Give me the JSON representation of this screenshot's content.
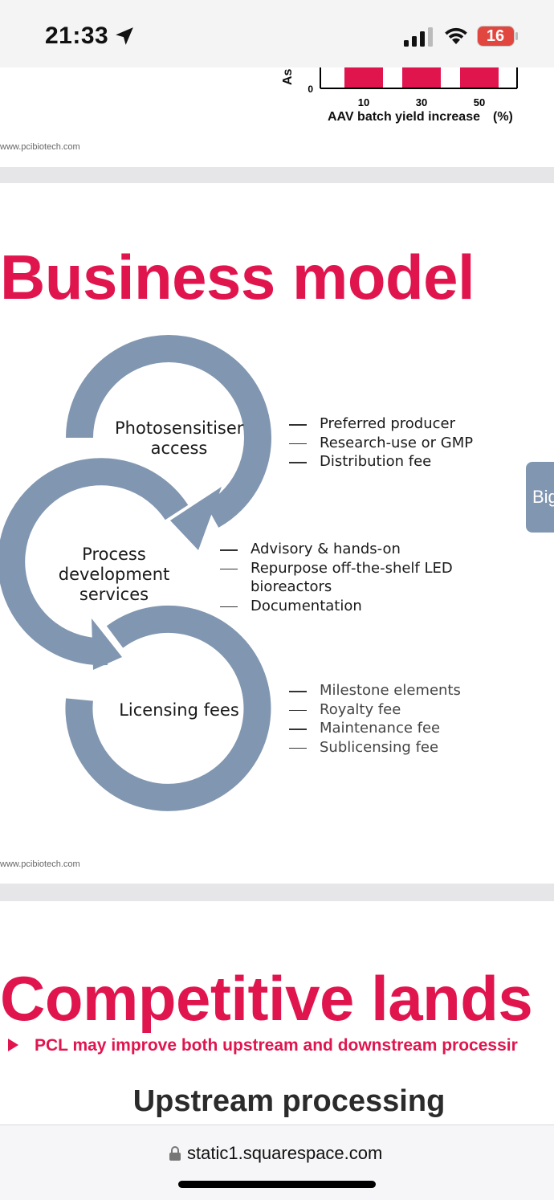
{
  "status_bar": {
    "time": "21:33",
    "battery": "16",
    "icons": [
      "location-arrow-icon",
      "cellular-signal-icon",
      "wifi-icon",
      "battery-icon"
    ]
  },
  "colors": {
    "brand_red": "#e0154e",
    "cycle_blue": "#8196b0",
    "battery_red": "#e2473f"
  },
  "slide1": {
    "chart_data": {
      "type": "bar",
      "categories": [
        "10",
        "30",
        "50"
      ],
      "xlabel": "AAV batch yield increase",
      "xlabel_unit": "(%)",
      "ylabel": "As",
      "y_tick_visible": "0",
      "series": [
        {
          "values": [
            null,
            null,
            null
          ]
        }
      ]
    },
    "footer_url": "www.pcibiotech.com"
  },
  "slide2": {
    "title": "Business model",
    "nodes": [
      {
        "label_lines": [
          "Photosensitiser",
          "access"
        ],
        "bullets": [
          "Preferred producer",
          "Research-use or GMP",
          "Distribution fee"
        ]
      },
      {
        "label_lines": [
          "Process",
          "development",
          "services"
        ],
        "bullets": [
          "Advisory & hands-on",
          "Repurpose off-the-shelf LED",
          "bioreactors",
          "Documentation"
        ]
      },
      {
        "label_lines": [
          "Licensing fees"
        ],
        "bullets": [
          "Milestone elements",
          "Royalty fee",
          "Maintenance fee",
          "Sublicensing fee"
        ]
      }
    ],
    "side_tab": "Big",
    "footer_url": "www.pcibiotech.com"
  },
  "slide3": {
    "title": "Competitive lands",
    "bullet": "PCL may improve both upstream and downstream processir",
    "section_heading": "Upstream processing"
  },
  "browser": {
    "url": "static1.squarespace.com"
  }
}
